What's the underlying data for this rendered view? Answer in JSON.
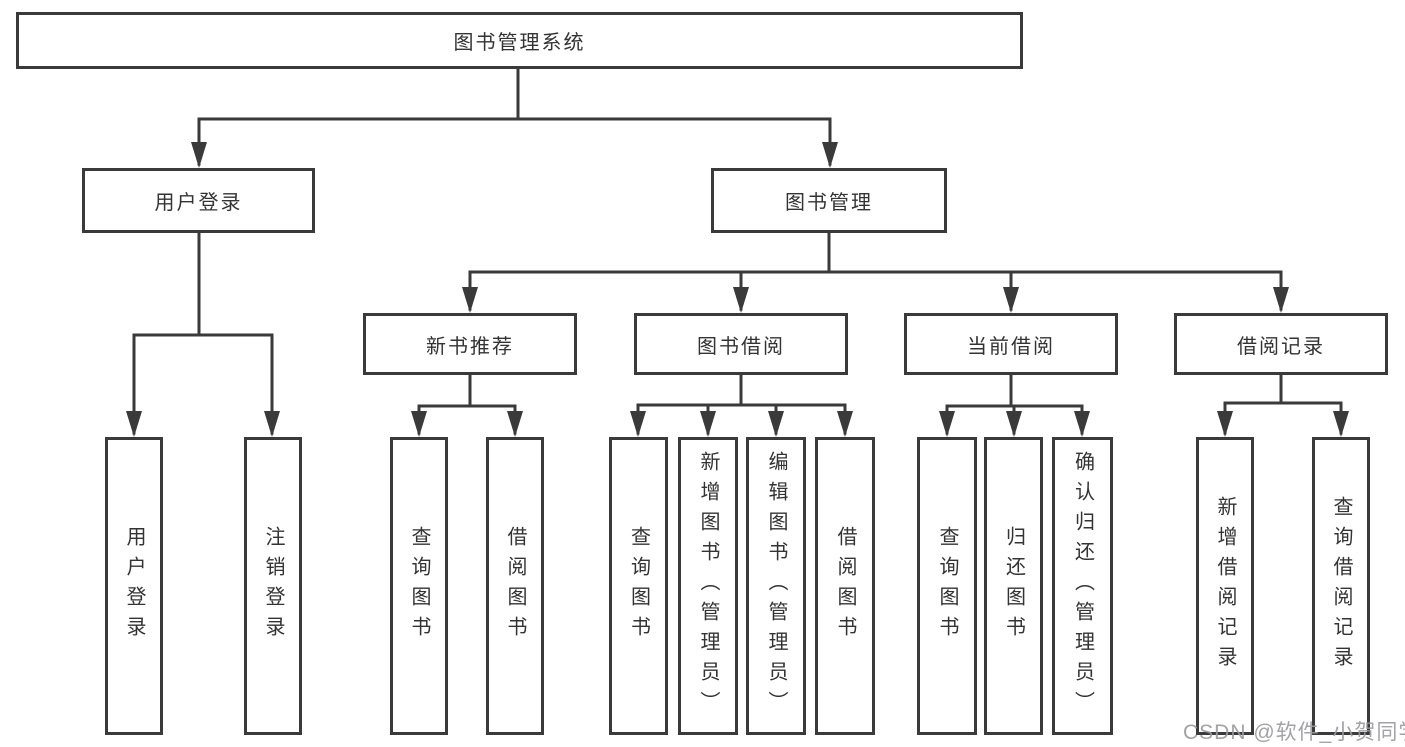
{
  "colors": {
    "background": "#ffffff",
    "line": "#3a3a3a",
    "box_border": "#3a3a3a",
    "text": "#333333",
    "watermark": "#9b9ba0"
  },
  "watermark": {
    "text": "CSDN @软件_小贺同学"
  },
  "tree": {
    "root": {
      "label": "图书管理系统"
    },
    "branches": [
      {
        "label": "用户登录",
        "children": [
          {
            "label": "用户登录"
          },
          {
            "label": "注销登录"
          }
        ]
      },
      {
        "label": "图书管理",
        "children": [
          {
            "label": "新书推荐",
            "children": [
              {
                "label": "查询图书"
              },
              {
                "label": "借阅图书"
              }
            ]
          },
          {
            "label": "图书借阅",
            "children": [
              {
                "label": "查询图书"
              },
              {
                "label": "新增图书（管理员）"
              },
              {
                "label": "编辑图书（管理员）"
              },
              {
                "label": "借阅图书"
              }
            ]
          },
          {
            "label": "当前借阅",
            "children": [
              {
                "label": "查询图书"
              },
              {
                "label": "归还图书"
              },
              {
                "label": "确认归还（管理员）"
              }
            ]
          },
          {
            "label": "借阅记录",
            "children": [
              {
                "label": "新增借阅记录"
              },
              {
                "label": "查询借阅记录"
              }
            ]
          }
        ]
      }
    ]
  }
}
